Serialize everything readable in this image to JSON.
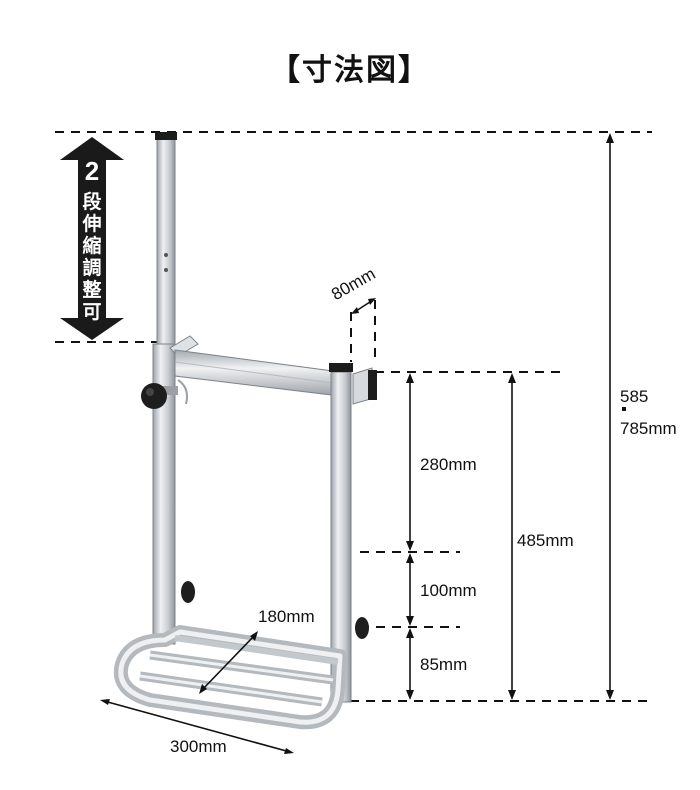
{
  "title": "【寸法図】",
  "adjust_label": {
    "number": "2",
    "chars": [
      "段",
      "伸",
      "縮",
      "調",
      "整",
      "可"
    ]
  },
  "dimensions": {
    "depth_top": "80mm",
    "upper_section": "280mm",
    "middle_section": "100mm",
    "lower_section": "85mm",
    "frame_height": "485mm",
    "total_min": "585",
    "total_max": "785mm",
    "platform_width": "180mm",
    "platform_depth": "300mm"
  },
  "colors": {
    "metal": "#cfd3d8",
    "metal_dark": "#9aa0a6",
    "line": "#111111",
    "arrow_fill": "#1a1a1a"
  }
}
